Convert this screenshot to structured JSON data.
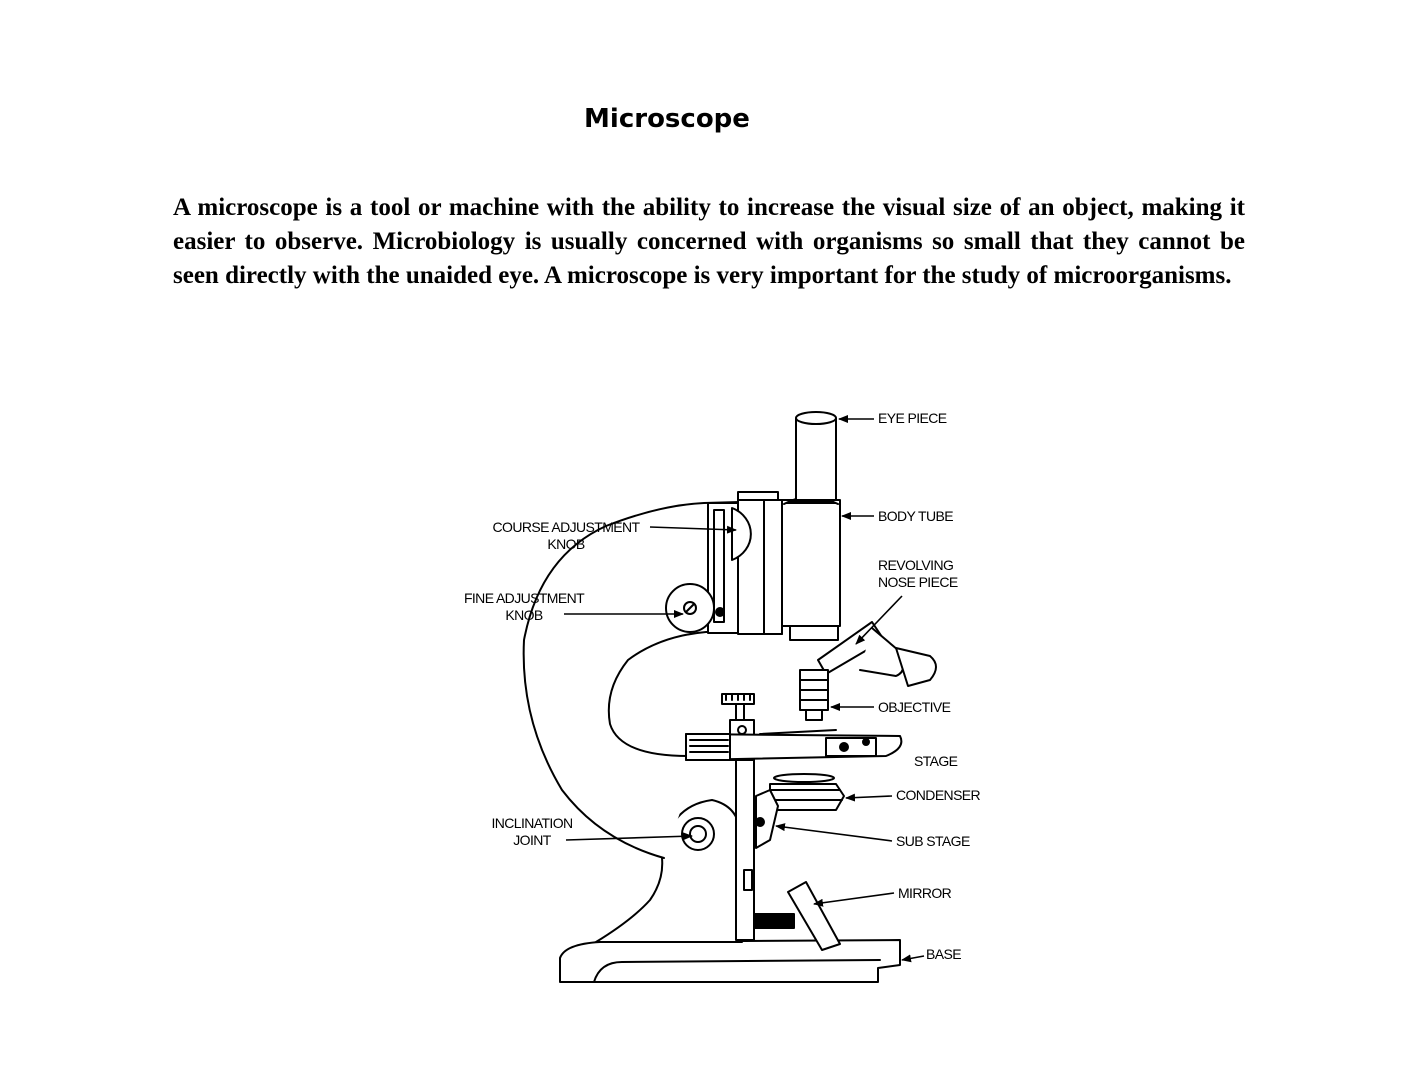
{
  "page": {
    "title": "Microscope",
    "paragraph": "A microscope is a tool or machine with the ability to increase the visual size of an object, making it easier to observe. Microbiology is usually concerned with organisms so small that they cannot be seen directly with the unaided eye. A microscope is very important for the study of microorganisms."
  },
  "diagram": {
    "labels": {
      "eye_piece": "EYE PIECE",
      "body_tube": "BODY TUBE",
      "revolving_line1": "REVOLVING",
      "revolving_line2": "NOSE PIECE",
      "objective": "OBJECTIVE",
      "stage": "STAGE",
      "condenser": "CONDENSER",
      "sub_stage": "SUB STAGE",
      "mirror": "MIRROR",
      "base": "BASE",
      "coarse_line1": "COURSE ADJUSTMENT",
      "coarse_line2": "KNOB",
      "fine_line1": "FINE ADJUSTMENT",
      "fine_line2": "KNOB",
      "incl_line1": "INCLINATION",
      "incl_line2": "JOINT"
    }
  }
}
